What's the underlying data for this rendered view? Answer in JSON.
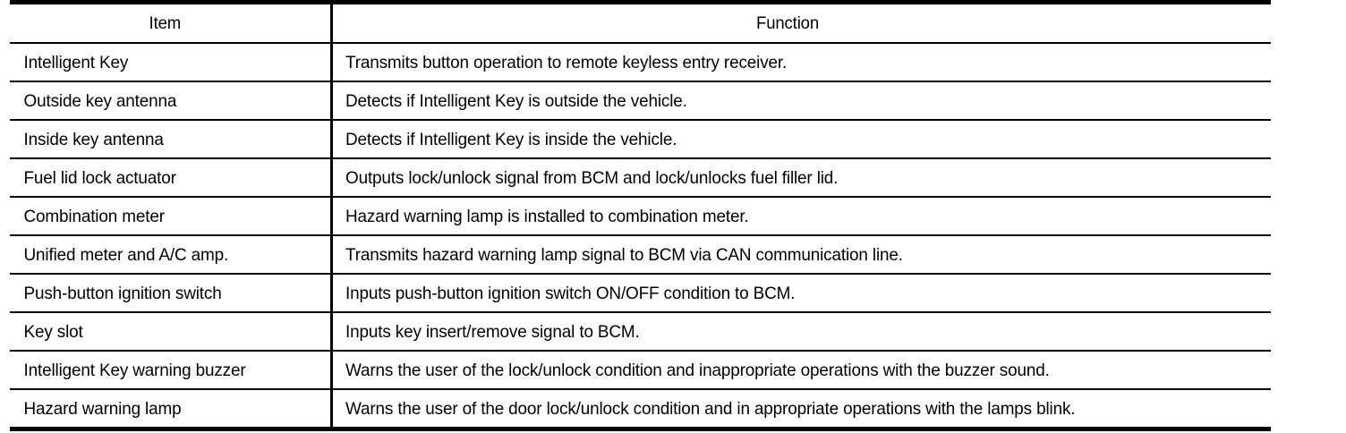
{
  "table": {
    "columns": [
      {
        "key": "item",
        "label": "Item"
      },
      {
        "key": "function",
        "label": "Function"
      }
    ],
    "rows": [
      {
        "item": "Intelligent Key",
        "function": "Transmits button operation to remote keyless entry receiver."
      },
      {
        "item": "Outside key antenna",
        "function": "Detects if Intelligent Key is outside the vehicle."
      },
      {
        "item": "Inside key antenna",
        "function": "Detects if Intelligent Key is inside the vehicle."
      },
      {
        "item": "Fuel lid lock actuator",
        "function": "Outputs lock/unlock signal from BCM and lock/unlocks fuel filler lid."
      },
      {
        "item": "Combination meter",
        "function": "Hazard warning lamp is installed to combination meter."
      },
      {
        "item": "Unified meter and A/C amp.",
        "function": "Transmits hazard warning lamp signal to BCM via CAN communication line."
      },
      {
        "item": "Push-button ignition switch",
        "function": "Inputs push-button ignition switch ON/OFF condition to BCM."
      },
      {
        "item": "Key slot",
        "function": "Inputs key insert/remove signal to BCM."
      },
      {
        "item": "Intelligent Key warning buzzer",
        "function": "Warns the user of the lock/unlock condition and inappropriate operations with the buzzer sound."
      },
      {
        "item": "Hazard warning lamp",
        "function": "Warns the user of the door lock/unlock condition and in appropriate operations with the lamps blink."
      }
    ]
  }
}
